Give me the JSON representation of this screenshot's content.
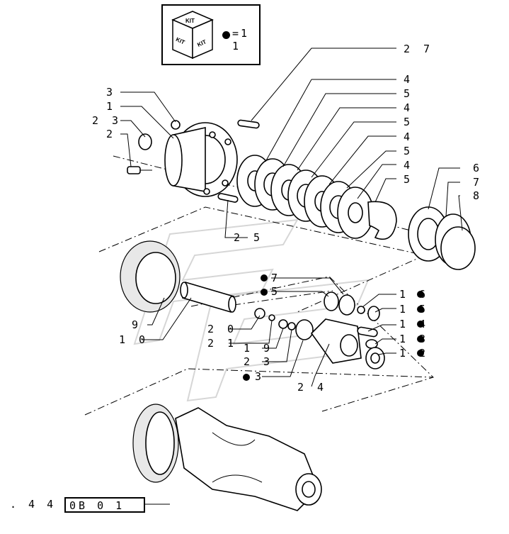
{
  "kit_legend": {
    "cube_face_label": "KIT",
    "quantity_text": "=1 1"
  },
  "callouts": [
    {
      "id": "c3a",
      "text": "3"
    },
    {
      "id": "c1",
      "text": "1"
    },
    {
      "id": "c23a",
      "text": "2 3"
    },
    {
      "id": "c2",
      "text": "2"
    },
    {
      "id": "c27",
      "text": "2 7"
    },
    {
      "id": "c4a",
      "text": "4"
    },
    {
      "id": "c5a",
      "text": "5"
    },
    {
      "id": "c4b",
      "text": "4"
    },
    {
      "id": "c5b",
      "text": "5"
    },
    {
      "id": "c4c",
      "text": "4"
    },
    {
      "id": "c5c",
      "text": "5"
    },
    {
      "id": "c4d",
      "text": "4"
    },
    {
      "id": "c5d",
      "text": "5"
    },
    {
      "id": "c6",
      "text": "6"
    },
    {
      "id": "c7",
      "text": "7"
    },
    {
      "id": "c8",
      "text": "8"
    },
    {
      "id": "c25",
      "text": "2 5"
    },
    {
      "id": "c9",
      "text": "9"
    },
    {
      "id": "c10",
      "text": "1 0"
    },
    {
      "id": "c7b",
      "text": "7"
    },
    {
      "id": "c5e",
      "text": "5"
    },
    {
      "id": "c20",
      "text": "2 0"
    },
    {
      "id": "c21",
      "text": "2 1"
    },
    {
      "id": "c19",
      "text": "1 9"
    },
    {
      "id": "c23b",
      "text": "2 3"
    },
    {
      "id": "c3b",
      "text": "3"
    },
    {
      "id": "c24",
      "text": "2 4"
    },
    {
      "id": "c16",
      "text": "1 6"
    },
    {
      "id": "c15",
      "text": "1 5"
    },
    {
      "id": "c14",
      "text": "1 4"
    },
    {
      "id": "c13",
      "text": "1 3"
    },
    {
      "id": "c12",
      "text": "1 2"
    }
  ],
  "reference": {
    "prefix": ". 4 4 .",
    "code": "0B  0 1"
  }
}
